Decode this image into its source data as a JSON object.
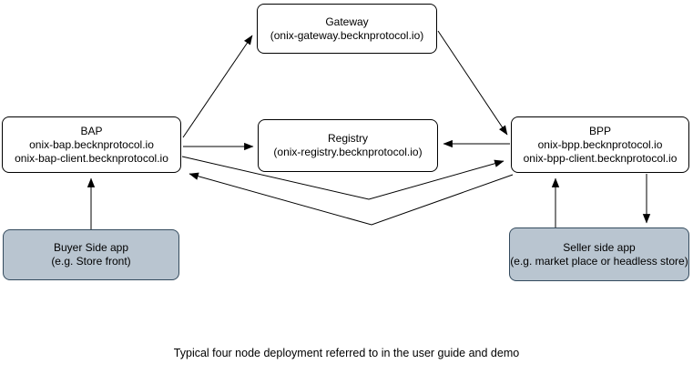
{
  "diagram": {
    "caption": "Typical four node deployment referred to in the user guide and demo",
    "nodes": {
      "gateway": {
        "title": "Gateway",
        "lines": [
          "(onix-gateway.becknprotocol.io)"
        ]
      },
      "registry": {
        "title": "Registry",
        "lines": [
          "(onix-registry.becknprotocol.io)"
        ]
      },
      "bap": {
        "title": "BAP",
        "lines": [
          "onix-bap.becknprotocol.io",
          "onix-bap-client.becknprotocol.io"
        ]
      },
      "bpp": {
        "title": "BPP",
        "lines": [
          "onix-bpp.becknprotocol.io",
          "onix-bpp-client.becknprotocol.io"
        ]
      },
      "buyer_app": {
        "title": "Buyer Side app",
        "lines": [
          "(e.g. Store front)"
        ]
      },
      "seller_app": {
        "title": "Seller side app",
        "lines": [
          "(e.g. market place or headless store)"
        ]
      }
    },
    "edges": [
      {
        "from": "bap",
        "to": "gateway"
      },
      {
        "from": "gateway",
        "to": "bpp"
      },
      {
        "from": "bap",
        "to": "registry"
      },
      {
        "from": "bpp",
        "to": "registry"
      },
      {
        "from": "bap",
        "to": "bpp"
      },
      {
        "from": "bpp",
        "to": "bap"
      },
      {
        "from": "buyer_app",
        "to": "bap"
      },
      {
        "from": "seller_app",
        "to": "bpp"
      },
      {
        "from": "bpp",
        "to": "seller_app"
      }
    ],
    "colors": {
      "node_fill": "#ffffff",
      "node_border": "#000000",
      "app_fill": "#b9c5d0",
      "app_border": "#344b5e",
      "arrow": "#000000",
      "text": "#000000",
      "background": "#ffffff"
    }
  }
}
